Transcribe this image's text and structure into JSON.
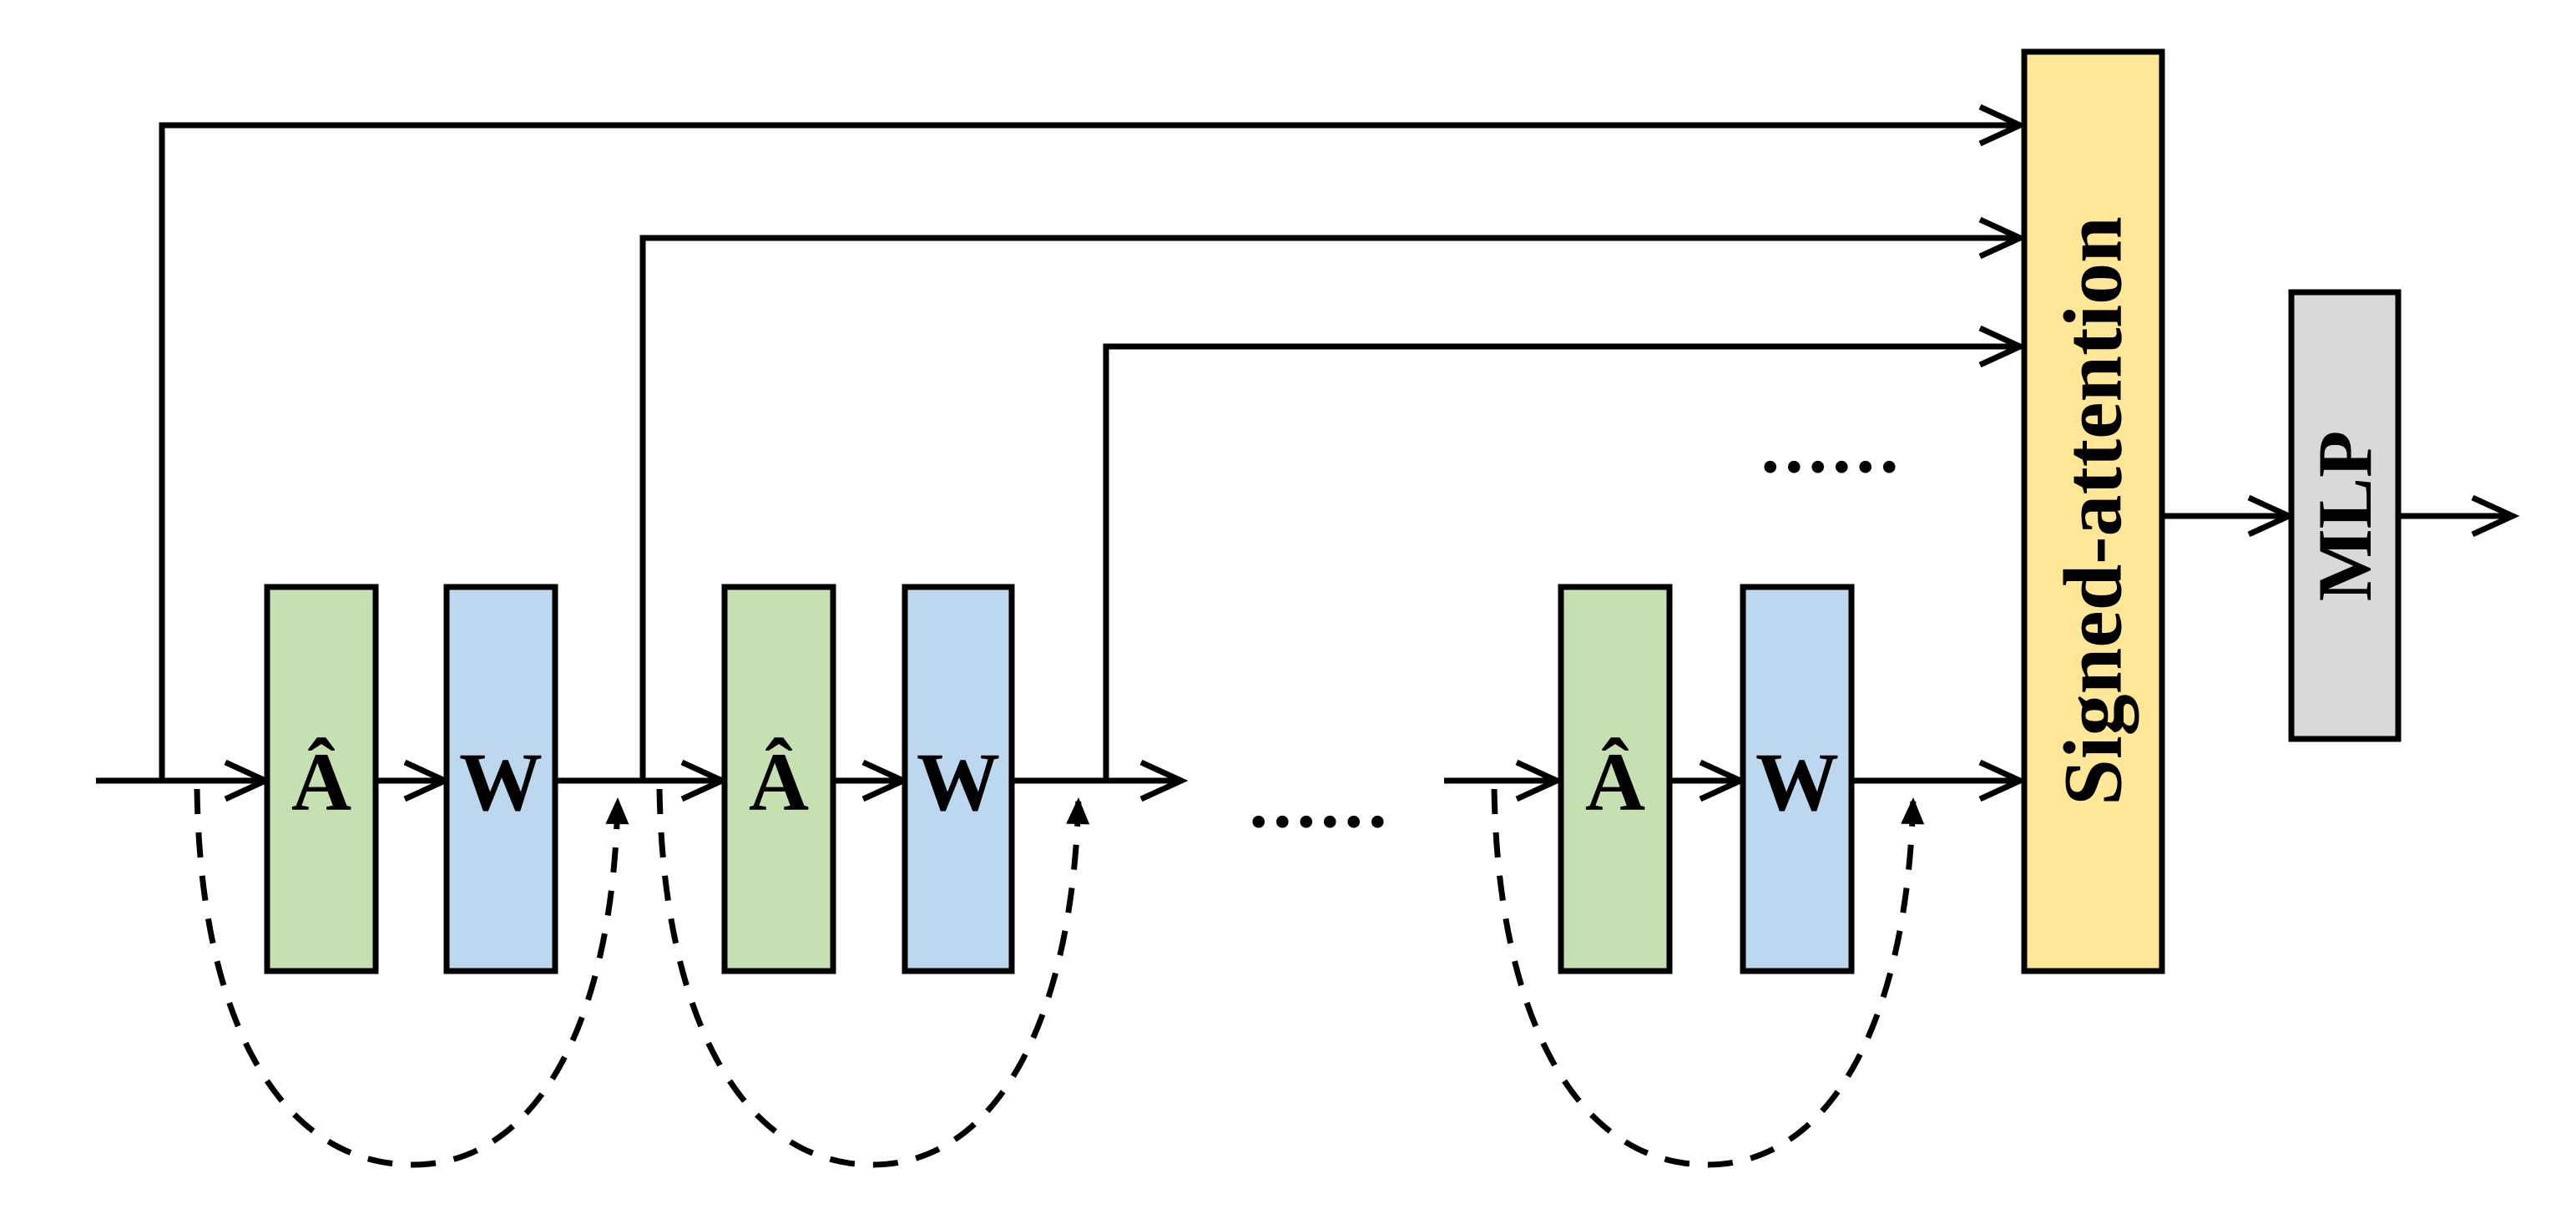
{
  "blocks": [
    {
      "a_label": "Â",
      "w_label": "W"
    },
    {
      "a_label": "Â",
      "w_label": "W"
    },
    {
      "a_label": "Â",
      "w_label": "W"
    }
  ],
  "attention_label": "Signed-attention",
  "mlp_label": "MLP",
  "ellipsis_main": "......",
  "ellipsis_top": "......",
  "colors": {
    "a_fill": "#c6e0b4",
    "w_fill": "#bdd7ee",
    "attention_fill": "#ffe699",
    "mlp_fill": "#d9d9d9",
    "stroke": "#000000"
  }
}
